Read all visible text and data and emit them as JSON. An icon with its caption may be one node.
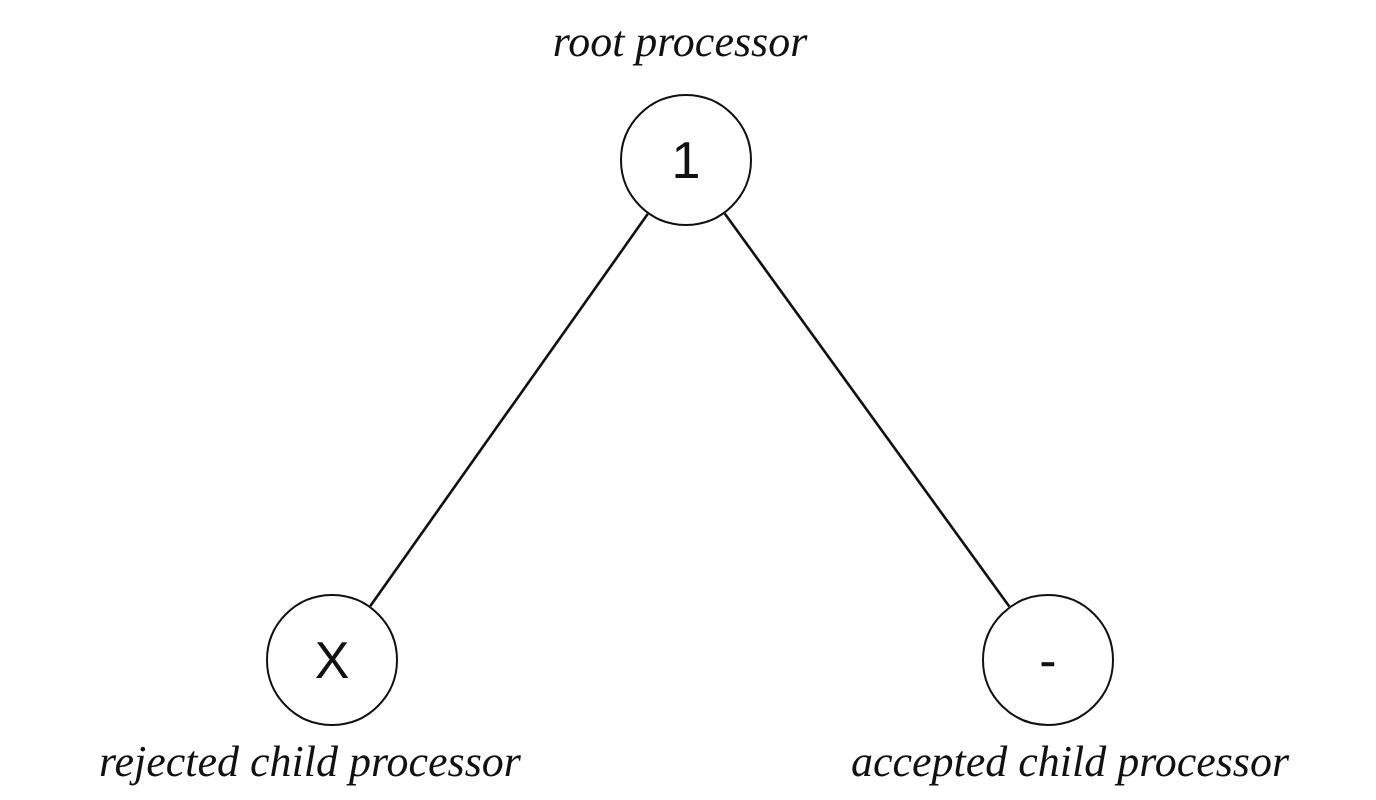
{
  "diagram": {
    "nodes": [
      {
        "text": [
          "1"
        ],
        "beside": [
          "root processor"
        ]
      },
      {
        "text": [
          "X"
        ],
        "beside": [
          "rejected child processor"
        ]
      },
      {
        "text": [
          "-"
        ],
        "beside": [
          "accepted child processor"
        ]
      }
    ],
    "edges": [
      {
        "from": 0,
        "to": 1,
        "arrow": "none"
      },
      {
        "from": 0,
        "to": 2,
        "arrow": "none"
      }
    ]
  }
}
